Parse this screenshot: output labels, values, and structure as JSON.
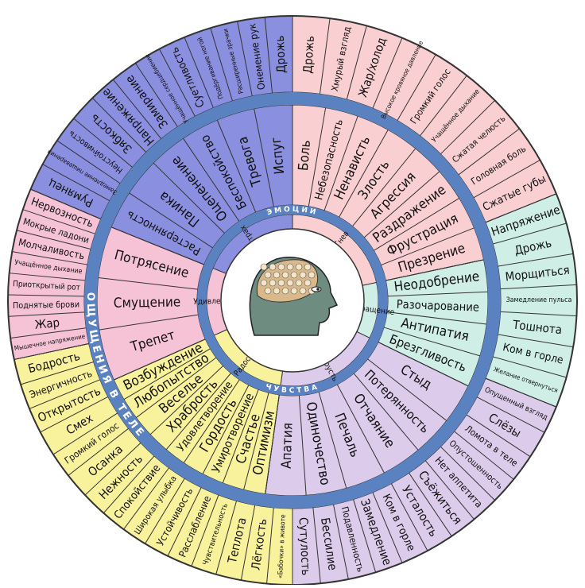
{
  "labels": {
    "emotions": "ЭМОЦИИ",
    "feelings": "ЧУВСТВА",
    "body": "ОЩУЩЕНИЯ В ТЕЛЕ"
  },
  "colors": {
    "fear": "#8b8fe0",
    "anger": "#f9cfd2",
    "disgust": "#cfeee6",
    "sadness": "#dccbeb",
    "joy": "#f9f29c",
    "love": "#f6c2d6",
    "ring": "#5b82c0",
    "ringDark": "#2f4f8f",
    "inkLine": "#333333"
  },
  "emotions": [
    {
      "name": "Страх",
      "color": "fear",
      "start": -68,
      "end": 0,
      "feelings": [
        "Растерянность",
        "Паника",
        "Оцепенение",
        "Беспокойство",
        "Тревога",
        "Испуг"
      ],
      "body": [
        "Румянец",
        "Замедление пищеварения",
        "Неустойчивость",
        "Зябкость",
        "Напряжение",
        "Замирание",
        "Учащённое сердцебиение",
        "Суетливость",
        "Подёргивание ногой",
        "Расширенные зрачки",
        "Онемение рук",
        "Дрожь"
      ]
    },
    {
      "name": "Гнев",
      "color": "anger",
      "start": 0,
      "end": 75,
      "feelings": [
        "Боль",
        "Небезопасность",
        "Ненависть",
        "Злость",
        "Агрессия",
        "Раздражение",
        "Фрустрация",
        "Презрение"
      ],
      "body": [
        "Дрожь",
        "Хмурый взгляд",
        "Жар/холод",
        "Высокое кровяное давление",
        "Громкий голос",
        "Учащённое дыхание",
        "Сжатая челюсть",
        "Головная боль",
        "Сжатые губы"
      ]
    },
    {
      "name": "Отвращение",
      "color": "disgust",
      "start": 75,
      "end": 115,
      "feelings": [
        "Неодобрение",
        "Разочарование",
        "Антипатия",
        "Брезгливость"
      ],
      "body": [
        "Напряжение",
        "Дрожь",
        "Морщиться",
        "Замедление пульса",
        "Тошнота",
        "Ком в горле",
        "Желание отвернуться"
      ]
    },
    {
      "name": "Грусть",
      "color": "sadness",
      "start": 115,
      "end": 185,
      "feelings": [
        "Стыд",
        "Потерянность",
        "Отчаяние",
        "Печаль",
        "Одиночество",
        "Апатия"
      ],
      "body": [
        "Опущенный взгляд",
        "Слёзы",
        "Ломота в теле",
        "Опустошенность",
        "Нет аппетита",
        "Съёжиться",
        "Усталость",
        "Ком в горле",
        "Замедление",
        "Подавленность",
        "Бессилие",
        "Сутулость"
      ]
    },
    {
      "name": "Радость",
      "color": "joy",
      "start": 185,
      "end": 290,
      "feelings": [
        "Оптимизм",
        "Счастье",
        "Умиротворение",
        "Гордость",
        "Удовлетворение",
        "Храбрость",
        "Веселье",
        "Любопытство",
        "Возбуждение"
      ],
      "body": [
        "«Бабочки» в животе",
        "Лёгкость",
        "Теплота",
        "Чувствительность",
        "Расслабление",
        "Устойчивость",
        "Широкая улыбка",
        "Спокойствие",
        "Нежность",
        "Осанка",
        "Громкий голос",
        "Смех",
        "Открытость",
        "Энергичность",
        "Бодрость"
      ]
    },
    {
      "name": "Удивление",
      "color": "love",
      "start": 290,
      "end": 292,
      "feelings": [
        "Трепет",
        "Смущение",
        "Потрясение"
      ],
      "body": [
        "Мышечное напряжение",
        "Жар",
        "Поднятые брови",
        "Приоткрытый рот",
        "Учащённое дыхание",
        "Молчаливость",
        "Мокрые ладони",
        "Нервозность"
      ]
    }
  ]
}
